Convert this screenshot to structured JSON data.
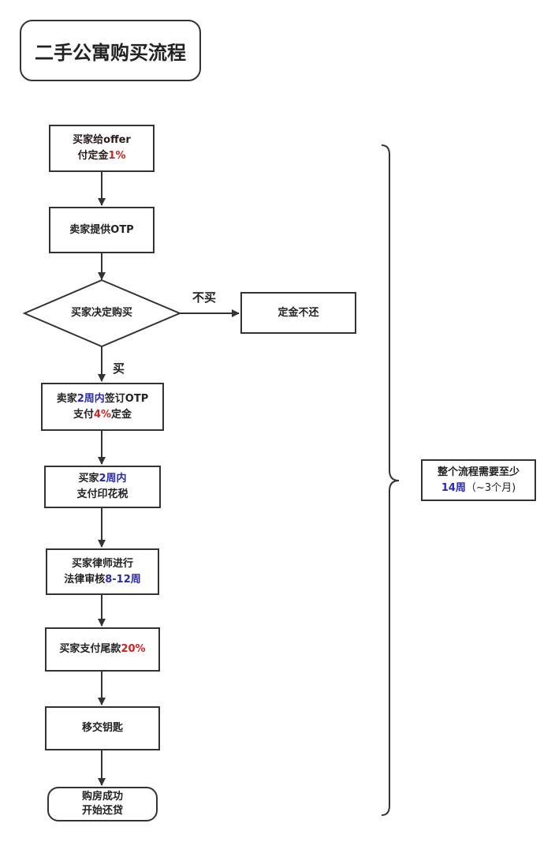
{
  "title": "二手公寓购买流程",
  "steps": {
    "offer": {
      "line1_a": "买家给",
      "line1_b": "offer",
      "line2_a": "付定金",
      "line2_b": "1%"
    },
    "otp": {
      "text": "卖家提供OTP"
    },
    "decision": {
      "text": "买家决定购买"
    },
    "no_refund": {
      "text": "定金不还"
    },
    "sign": {
      "line1_a": "卖家",
      "line1_b": "2周内",
      "line1_c": "签订OTP",
      "line2_a": "支付",
      "line2_b": "4%",
      "line2_c": "定金"
    },
    "stamp": {
      "line1_a": "买家",
      "line1_b": "2周内",
      "line2": "支付印花税"
    },
    "lawyer": {
      "line1": "买家律师进行",
      "line2_a": "法律审核",
      "line2_b": "8-12周"
    },
    "balance": {
      "text_a": "买家支付尾款",
      "text_b": "20%"
    },
    "keys": {
      "text": "移交钥匙"
    },
    "done": {
      "line1": "购房成功",
      "line2": "开始还贷"
    }
  },
  "edge_labels": {
    "no": "不买",
    "yes": "买"
  },
  "summary": {
    "line1": "整个流程需要至少",
    "line2_a": "14周",
    "line2_b": "（~3个月)"
  },
  "colors": {
    "line": "#333333",
    "red": "#d02020",
    "blue": "#2a2ab0"
  }
}
